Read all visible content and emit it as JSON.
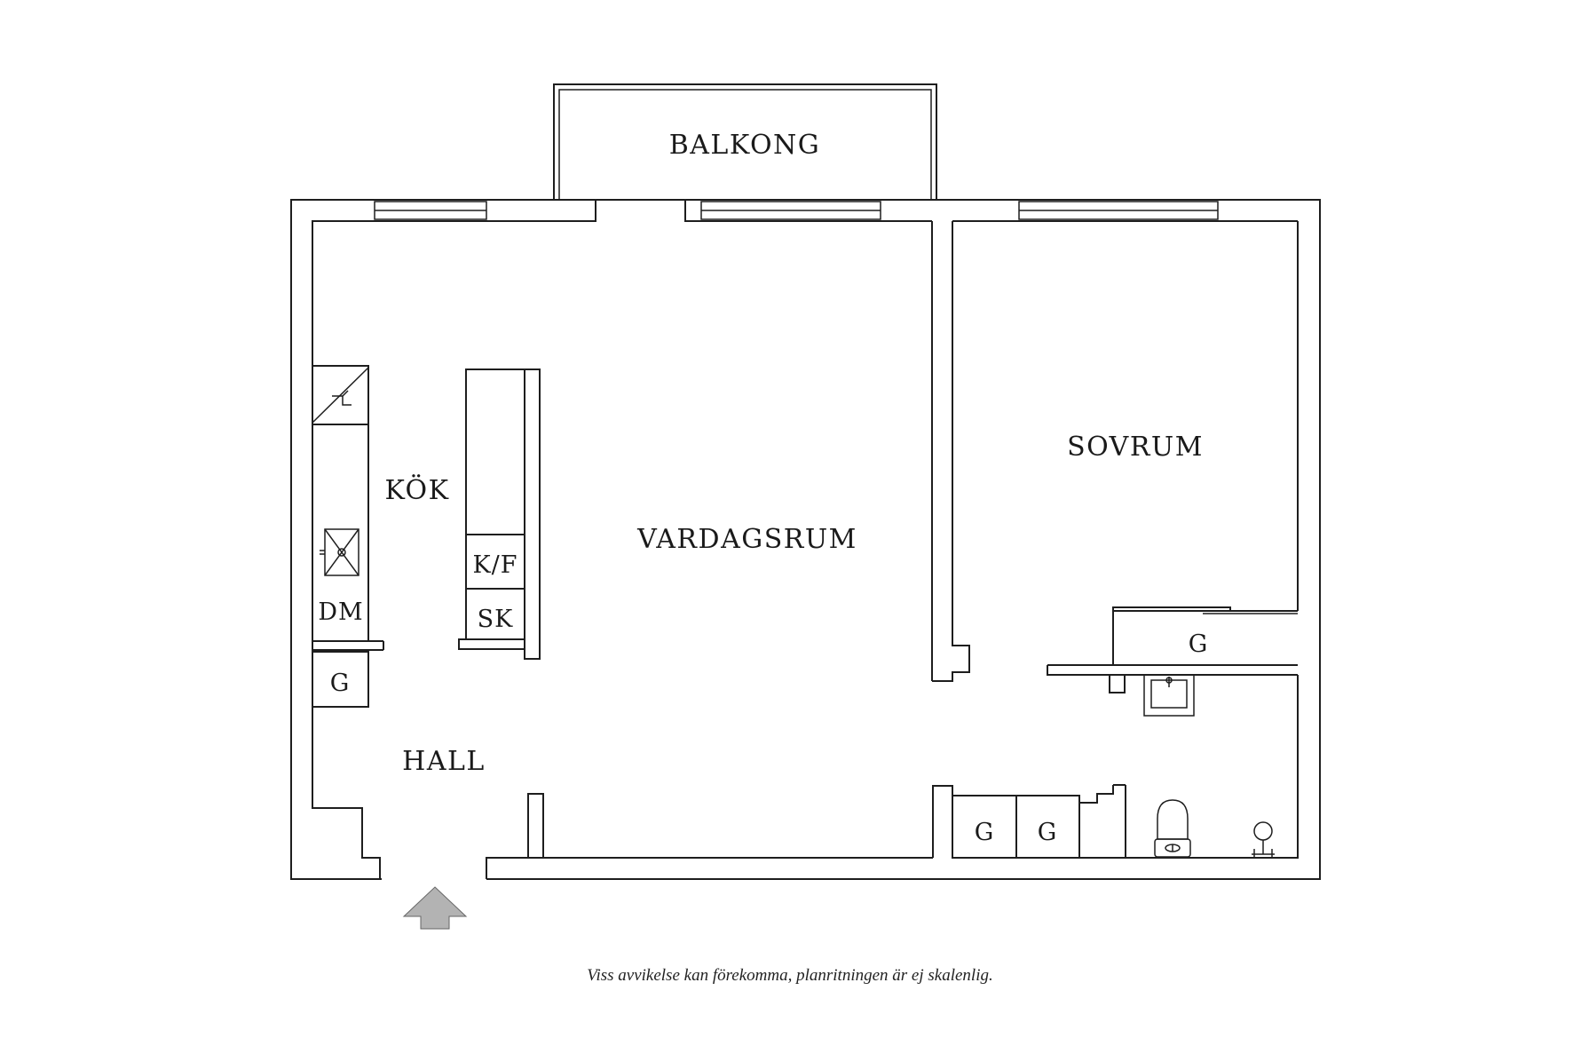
{
  "rooms": {
    "balcony": "BALKONG",
    "kitchen": "KÖK",
    "living_room": "VARDAGSRUM",
    "bedroom": "SOVRUM",
    "hall": "HALL"
  },
  "fixtures": {
    "fridge_freezer": "K/F",
    "cabinet": "SK",
    "dishwasher": "DM",
    "wardrobe_hall": "G",
    "wardrobe_bedroom": "G",
    "wardrobe_left": "G",
    "wardrobe_right": "G"
  },
  "entrance": {
    "icon": "entrance-arrow-icon",
    "color": "#b3b3b3"
  },
  "disclaimer": "Viss avvikelse kan förekomma, planritningen är ej skalenlig."
}
